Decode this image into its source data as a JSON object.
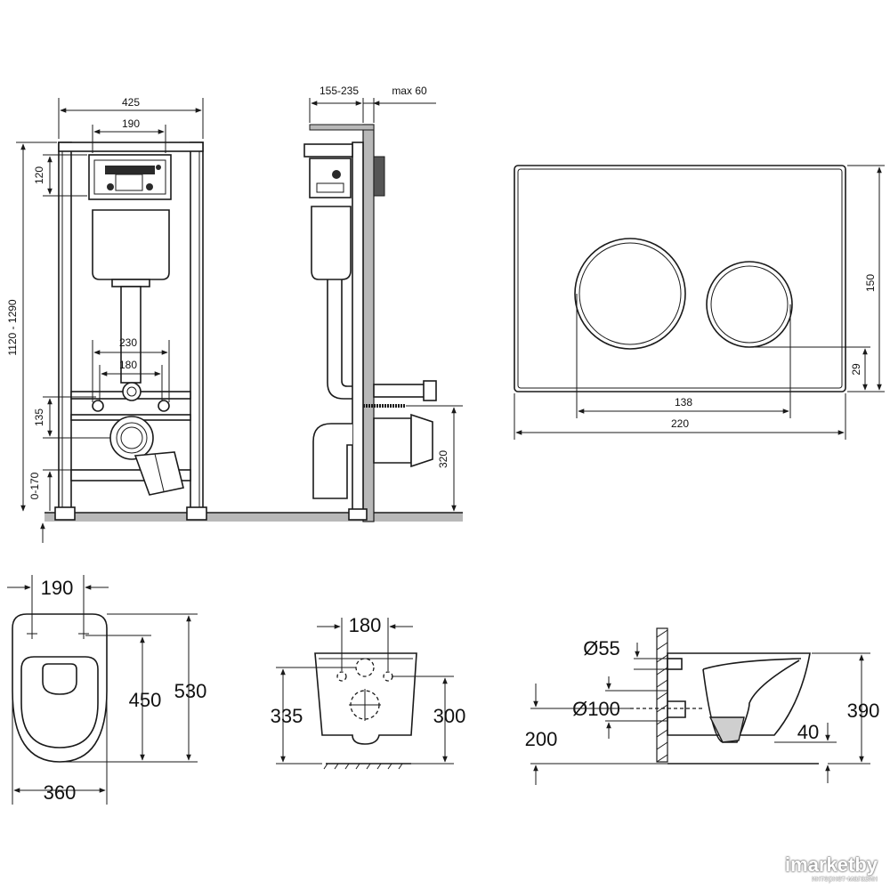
{
  "frame_front": {
    "dims": {
      "width": "425",
      "plate_width": "190",
      "top_offset": "120",
      "height_range": "1120 - 1290",
      "pipe_spacing_1": "230",
      "pipe_spacing_2": "180",
      "drain_height": "135",
      "leg_adjust": "0-170"
    }
  },
  "frame_side": {
    "dims": {
      "depth": "155-235",
      "max_depth": "max 60",
      "inlet_height": "320"
    }
  },
  "flush_plate": {
    "dims": {
      "height": "150",
      "button_offset": "29",
      "button_span": "138",
      "width": "220"
    }
  },
  "bowl_top": {
    "dims": {
      "seat_holes": "190",
      "length_inner": "450",
      "length_total": "530",
      "width": "360"
    }
  },
  "bowl_rear": {
    "dims": {
      "mount_holes": "180",
      "height_left": "335",
      "height_right": "300"
    }
  },
  "bowl_side": {
    "dims": {
      "inlet_diameter": "Ø55",
      "outlet_diameter": "Ø100",
      "outlet_height": "200",
      "depth_small": "40",
      "height_total": "390"
    }
  },
  "watermark": {
    "brand": "imarketby",
    "tagline": "интернет-магазин"
  }
}
